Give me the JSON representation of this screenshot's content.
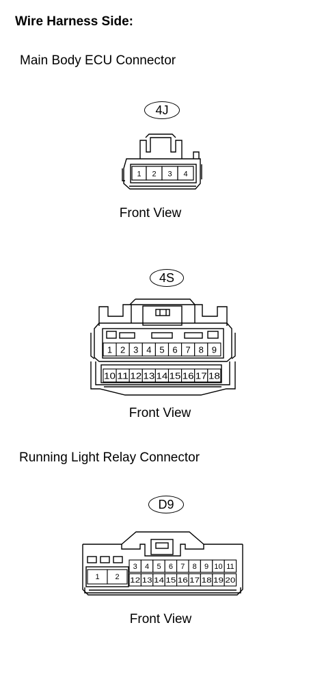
{
  "heading": "Wire Harness Side:",
  "section_main": "Main Body ECU Connector",
  "section_relay": "Running Light Relay Connector",
  "connectors": [
    {
      "id": "4J",
      "view": "Front View",
      "pins": [
        "1",
        "2",
        "3",
        "4"
      ]
    },
    {
      "id": "4S",
      "view": "Front View",
      "pins_top": [
        "1",
        "2",
        "3",
        "4",
        "5",
        "6",
        "7",
        "8",
        "9"
      ],
      "pins_bottom": [
        "10",
        "11",
        "12",
        "13",
        "14",
        "15",
        "16",
        "17",
        "18"
      ]
    },
    {
      "id": "D9",
      "view": "Front View",
      "pins_large": [
        "1",
        "2"
      ],
      "pins_top": [
        "3",
        "4",
        "5",
        "6",
        "7",
        "8",
        "9",
        "10",
        "11"
      ],
      "pins_bottom": [
        "12",
        "13",
        "14",
        "15",
        "16",
        "17",
        "18",
        "19",
        "20"
      ]
    }
  ]
}
